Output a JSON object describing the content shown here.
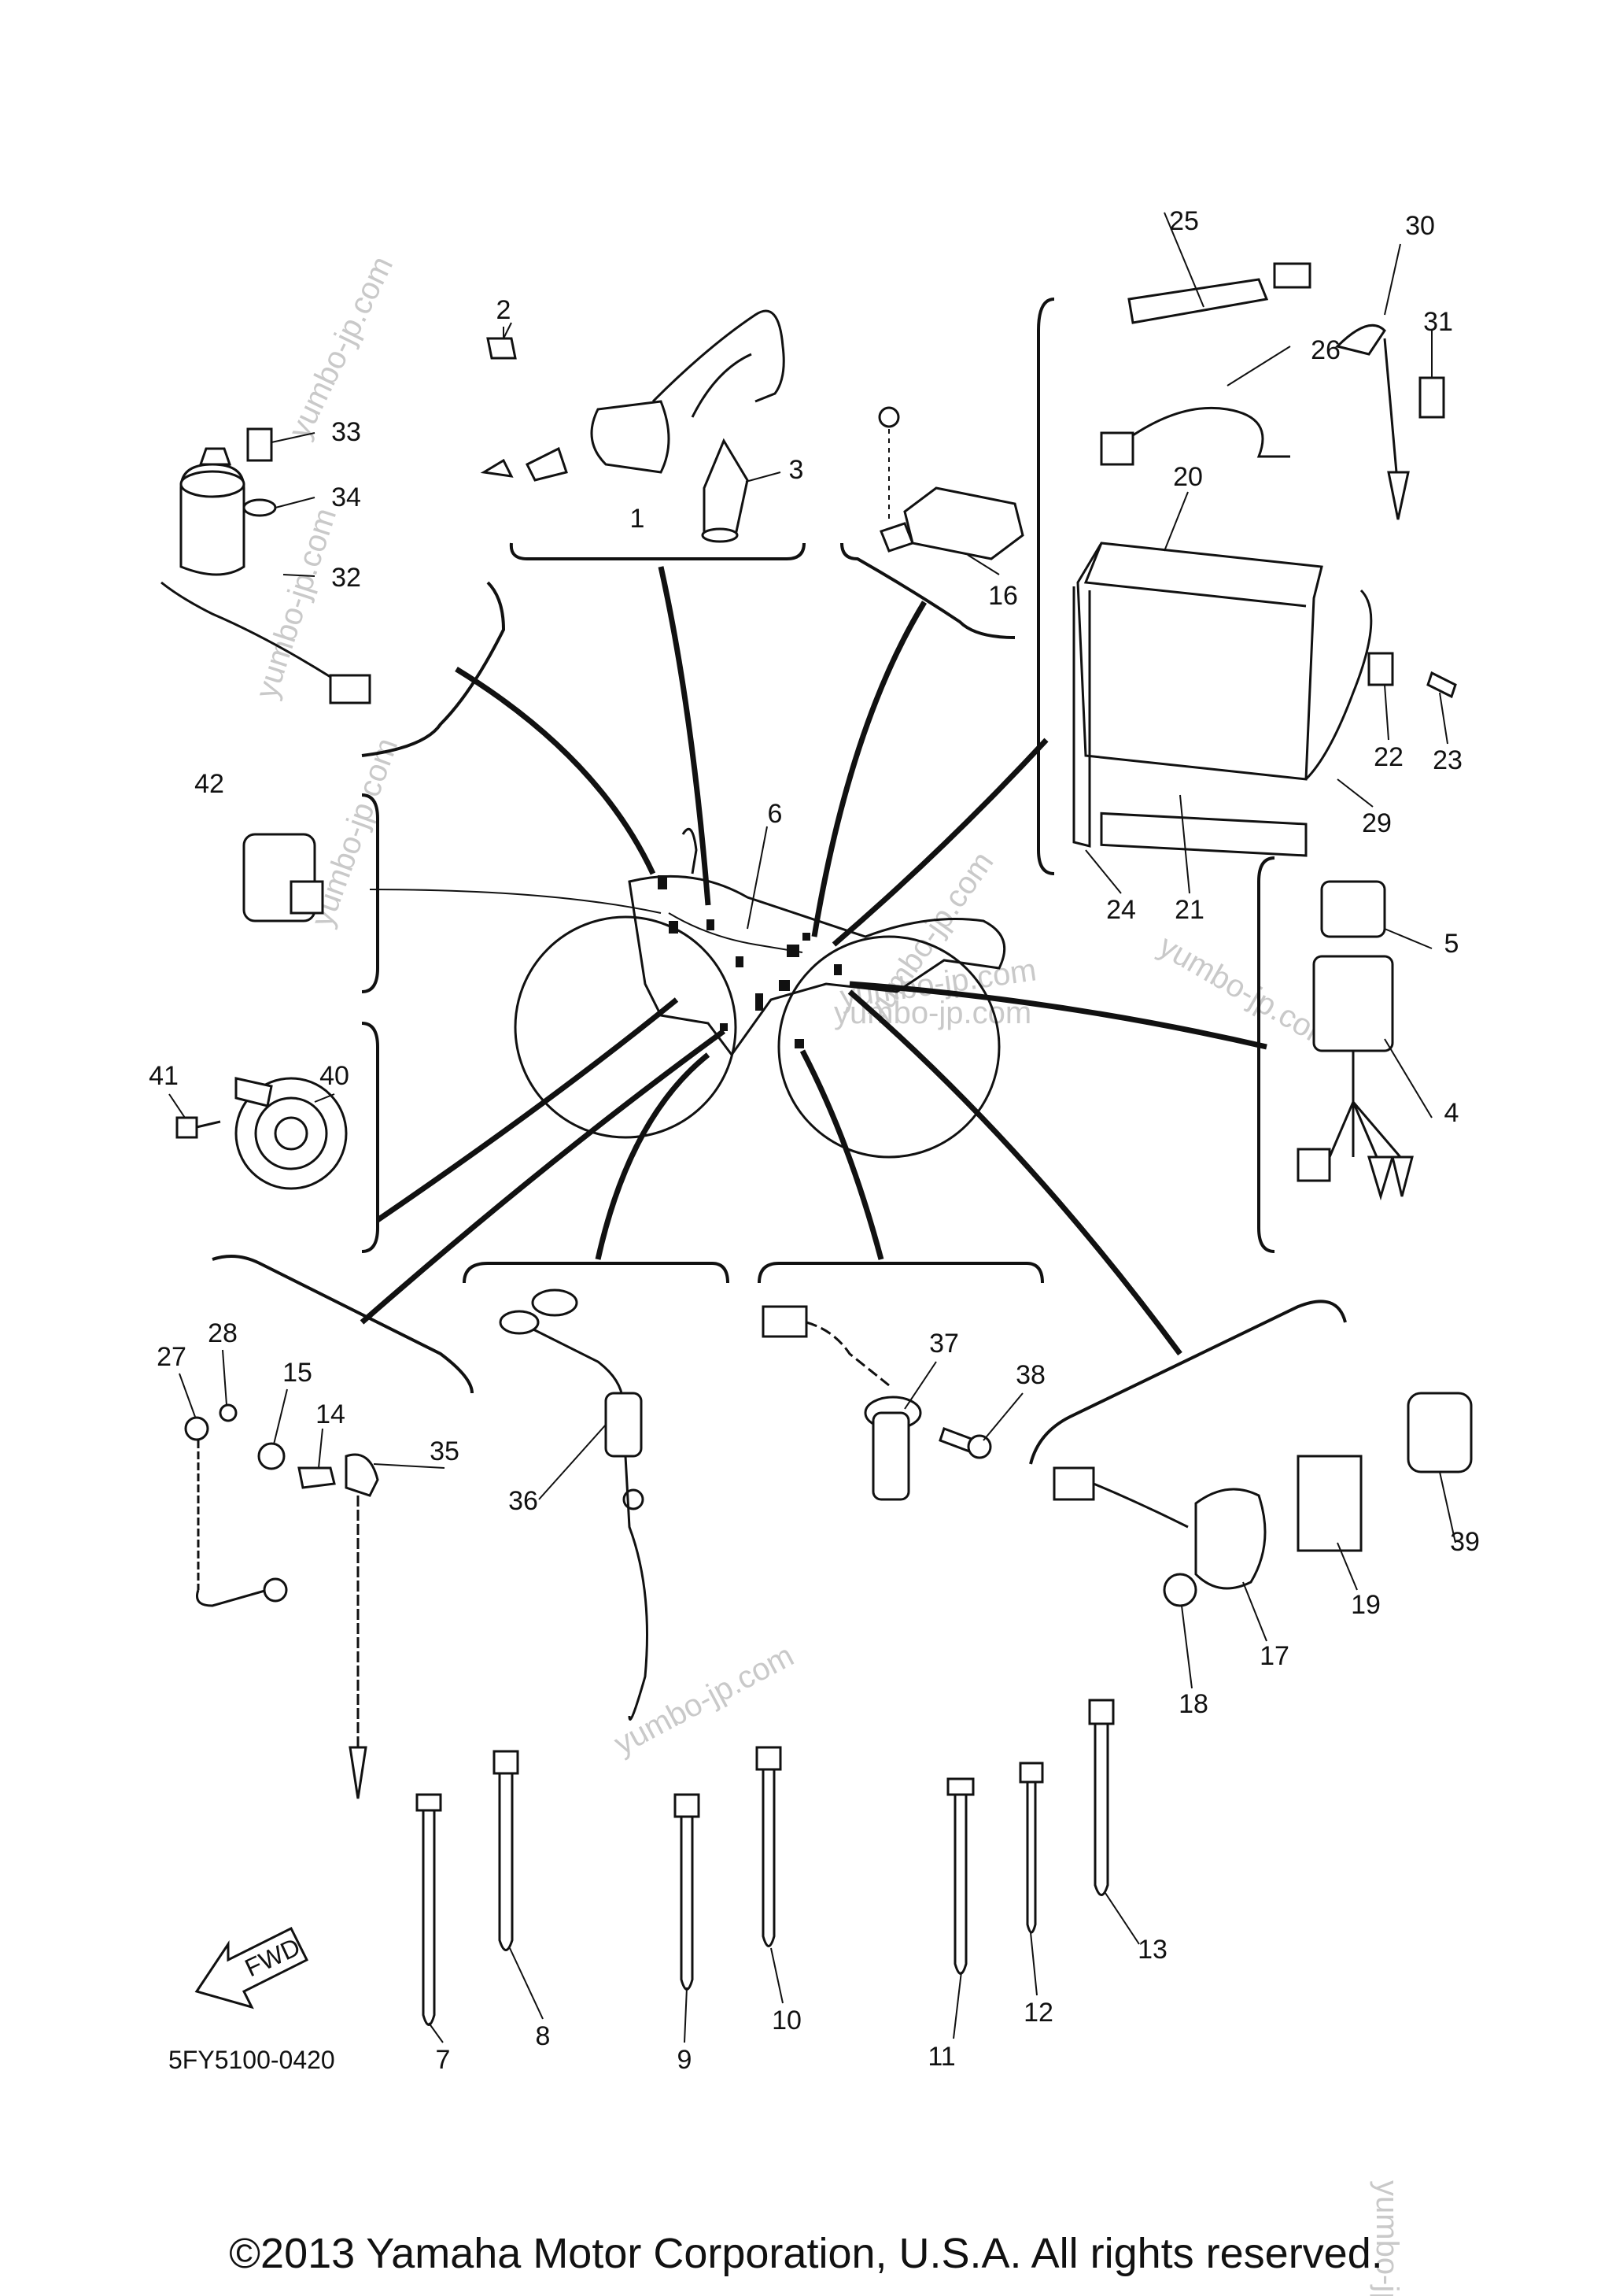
{
  "diagram": {
    "code": "5FY5100-0420",
    "fwd_label": "FWD",
    "watermarks": [
      "yumbo-jp.com",
      "yumbo-jp.com",
      "yumbo-jp.com",
      "yumbo-jp.com",
      "yumbo-jp.com",
      "yumbo-jp.com",
      "yumbo-jp.com",
      "yumbo-jp.com",
      "yumbo-jp.com"
    ],
    "callouts": {
      "c1": "1",
      "c2": "2",
      "c3": "3",
      "c4": "4",
      "c5": "5",
      "c6": "6",
      "c7": "7",
      "c8": "8",
      "c9": "9",
      "c10": "10",
      "c11": "11",
      "c12": "12",
      "c13": "13",
      "c14": "14",
      "c15": "15",
      "c16": "16",
      "c17": "17",
      "c18": "18",
      "c19": "19",
      "c20": "20",
      "c21": "21",
      "c22": "22",
      "c23": "23",
      "c24": "24",
      "c25": "25",
      "c26": "26",
      "c27": "27",
      "c28": "28",
      "c29": "29",
      "c30": "30",
      "c31": "31",
      "c32": "32",
      "c33": "33",
      "c34": "34",
      "c35": "35",
      "c36": "36",
      "c37": "37",
      "c38": "38",
      "c39": "39",
      "c40": "40",
      "c41": "41",
      "c42": "42"
    }
  },
  "footer": {
    "copyright": "©2013 Yamaha Motor Corporation, U.S.A. All rights reserved."
  }
}
